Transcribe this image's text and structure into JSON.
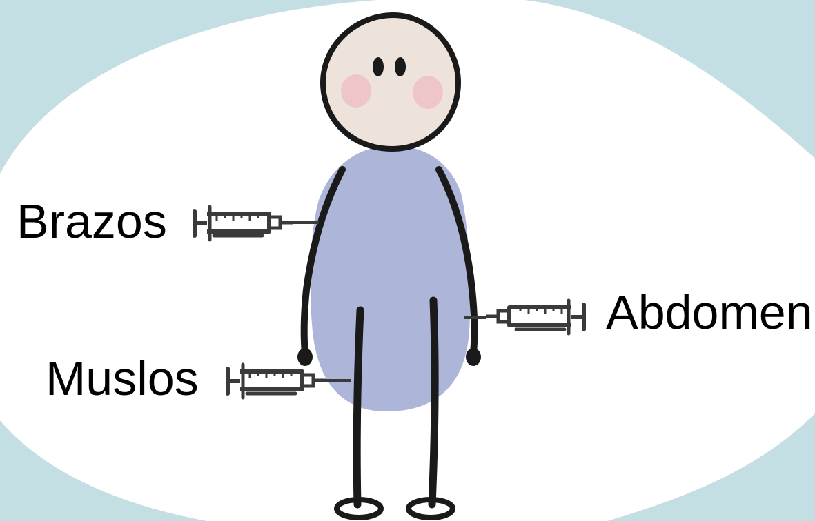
{
  "labels": {
    "arms": "Brazos",
    "thighs": "Muslos",
    "abdomen": "Abdomen"
  },
  "colors": {
    "background": "#c4dfe3",
    "blob": "#ffffff",
    "face": "#ede3da",
    "cheeks": "#eec6c9",
    "body": "#adb6d9",
    "outline": "#1a1a1a",
    "syringe": "#3a3a3a"
  }
}
